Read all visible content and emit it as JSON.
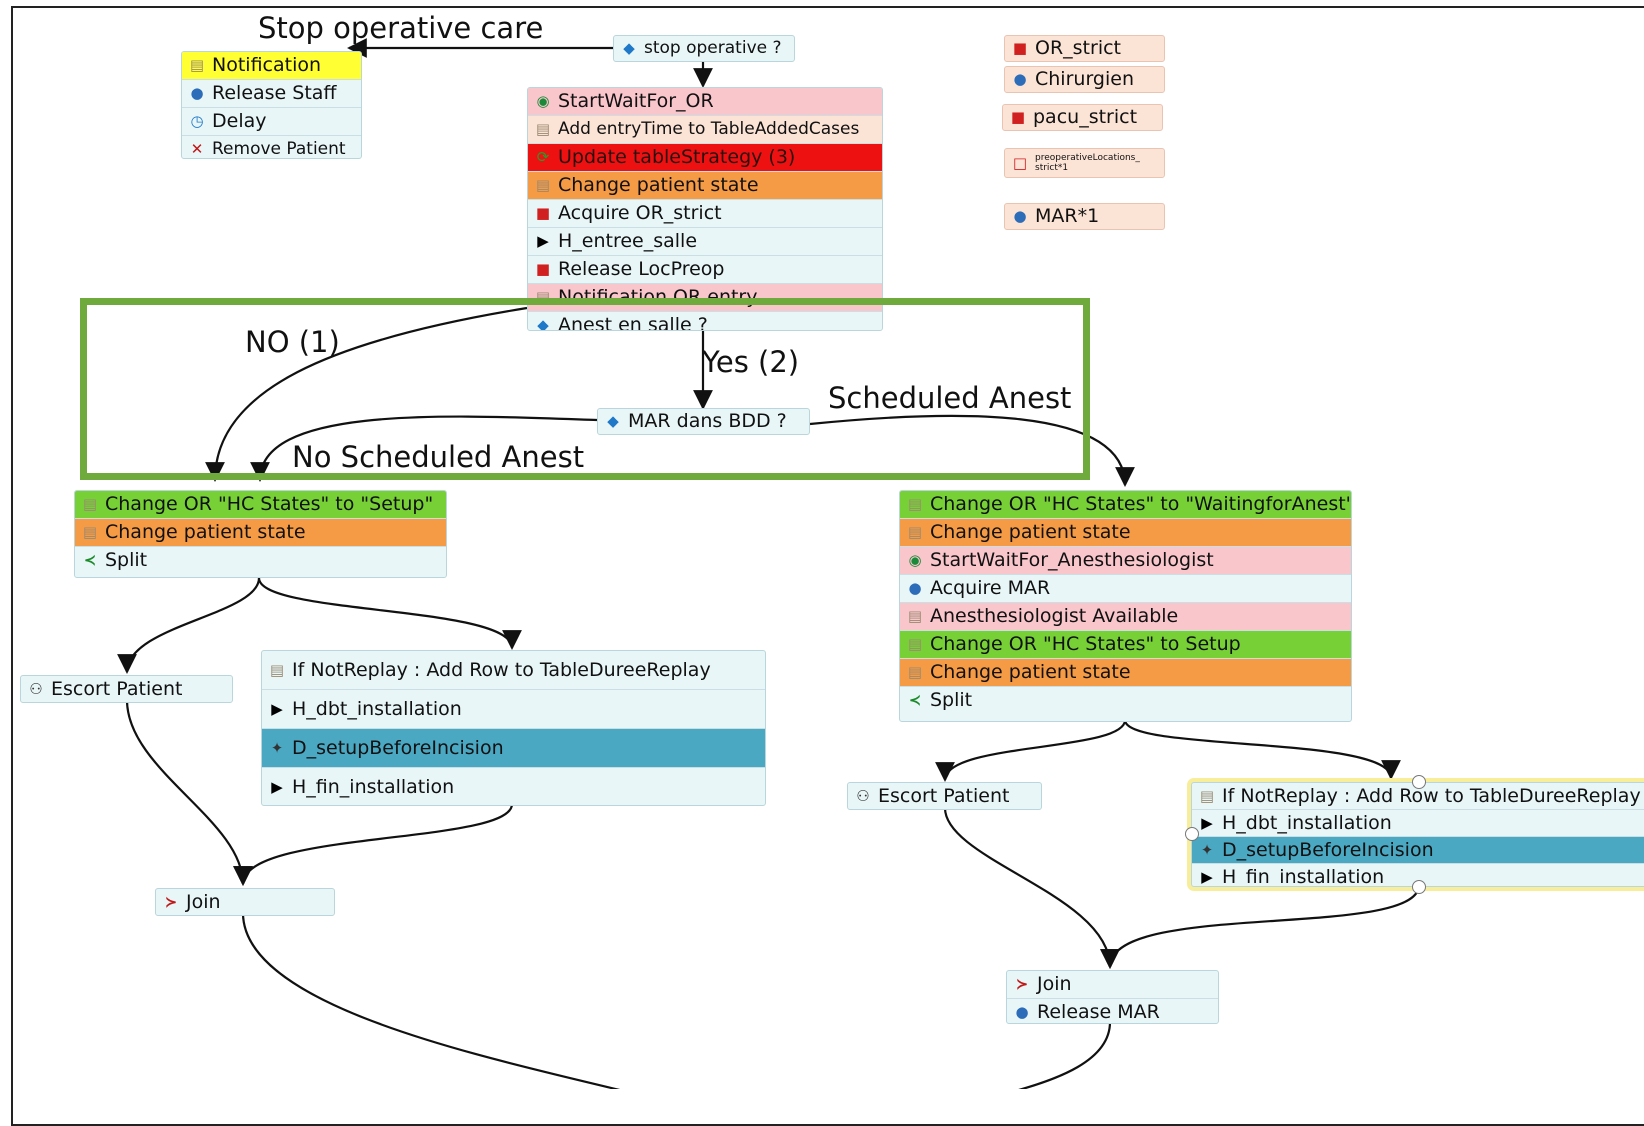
{
  "title": "Stop operative care",
  "decisions": {
    "stop_operative": "stop operative ?",
    "mar_dans_bdd": "MAR dans BDD ?"
  },
  "stop_block": [
    "Notification",
    "Release Staff",
    "Delay",
    "Remove Patient"
  ],
  "main_block": [
    "StartWaitFor_OR",
    "Add entryTime to TableAddedCases",
    "Update tableStrategy (3)",
    "Change patient state",
    "Acquire OR_strict",
    "H_entree_salle",
    "Release LocPreop",
    "Notification OR entry",
    "Anest en salle ?"
  ],
  "resources": [
    "OR_strict",
    "Chirurgien",
    "pacu_strict",
    "preoperativeLocations_\nstrict*1",
    "MAR*1"
  ],
  "edge_labels": {
    "no1": "NO (1)",
    "yes2": "Yes (2)",
    "scheduled": "Scheduled Anest",
    "no_scheduled": "No Scheduled Anest"
  },
  "left_block": [
    "Change OR \"HC States\" to \"Setup\"",
    "Change patient state",
    "Split"
  ],
  "right_block": [
    "Change OR \"HC States\" to \"WaitingforAnest\"",
    "Change patient state",
    "StartWaitFor_Anesthesiologist",
    "Acquire MAR",
    "Anesthesiologist Available",
    "Change OR \"HC States\" to Setup",
    "Change patient state",
    "Split"
  ],
  "escort_left": "Escort Patient",
  "escort_right": "Escort Patient",
  "replay_left": [
    "If NotReplay : Add Row to TableDureeReplay",
    "H_dbt_installation",
    "D_setupBeforeIncision",
    "H_fin_installation"
  ],
  "replay_right": [
    "If NotReplay : Add Row to TableDureeReplay",
    "H_dbt_installation",
    "D_setupBeforeIncision",
    "H_fin_installation"
  ],
  "join_left": "Join",
  "join_right": [
    "Join",
    "Release MAR"
  ],
  "icons": {
    "script": "scroll-icon",
    "staff": "staff-icon",
    "timer": "timer-icon",
    "flag": "flag-icon"
  }
}
